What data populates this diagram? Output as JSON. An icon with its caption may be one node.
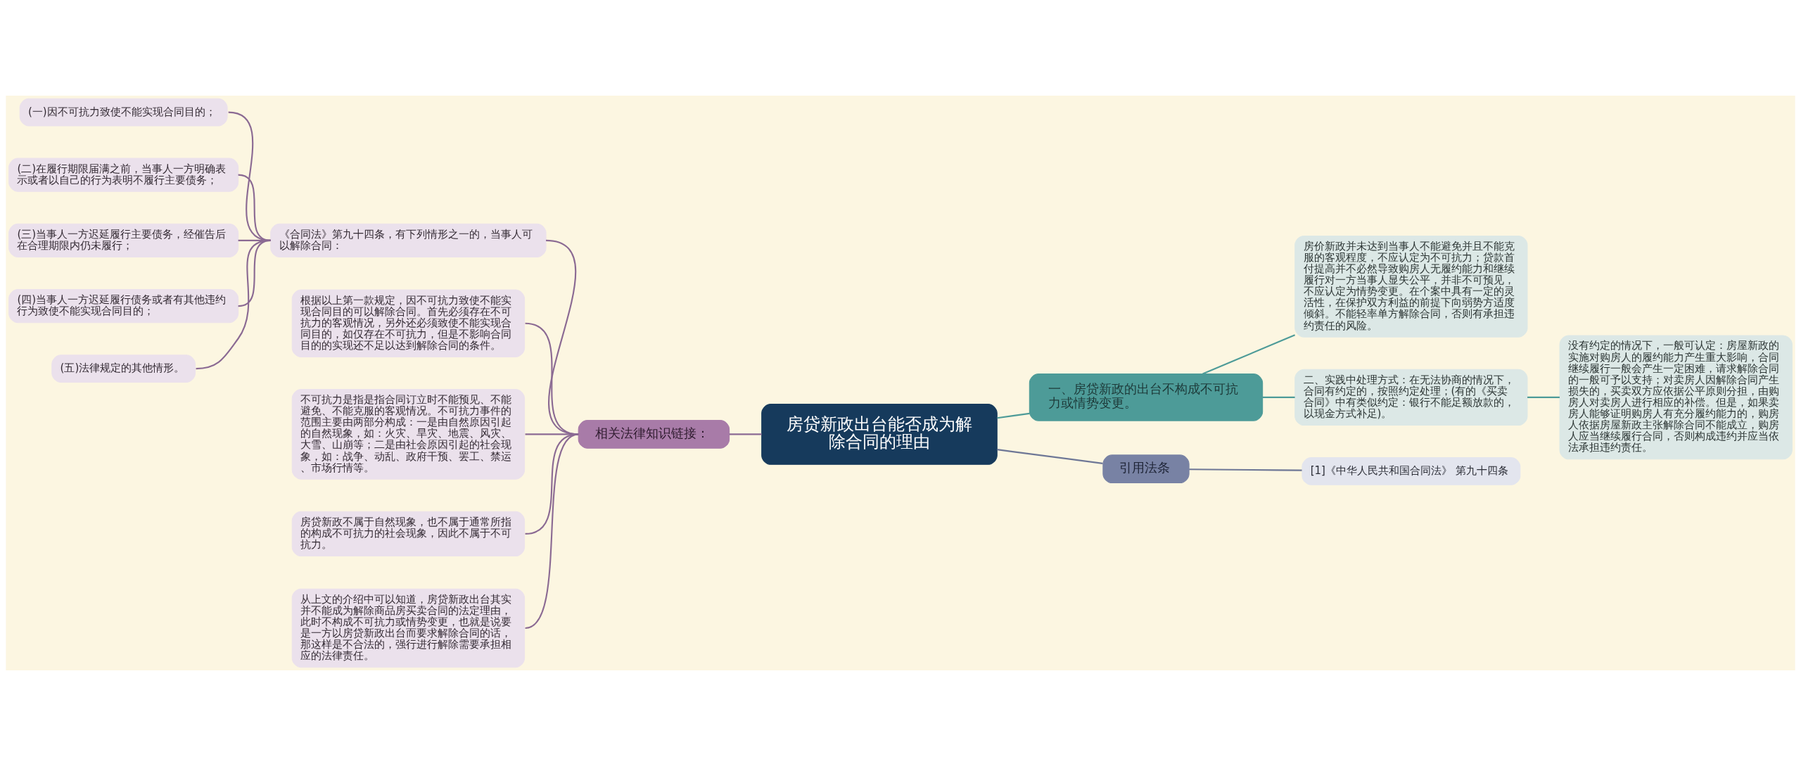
{
  "diagram": {
    "nodes": [
      {
        "text": [
          "房贷新政出台能否成为解除合同的理由"
        ]
      },
      {
        "text": [
          "一、房贷新政的出台不构成不可抗力或情势变更。"
        ]
      },
      {
        "text": [
          "房价新政并未达到当事人不能避免并且不能克服的客观程度，不应认定为不可抗力；贷款首付提高并不必然导致购房人无履约能力和继续履行对一方当事人显失公平，并非不可预见，不应认定为情势变更。在个案中具有一定的灵活性，在保护双方利益的前提下向弱势方适度倾斜。不能轻率单方解除合同，否则有承担违约责任的风险。"
        ]
      },
      {
        "text": [
          "二、实践中处理方式：在无法协商的情况下，合同有约定的，按照约定处理；(有的《买卖合同》中有类似约定：银行不能足额放款的，以现金方式补足)。"
        ]
      },
      {
        "text": [
          "没有约定的情况下，一般可认定：房屋新政的实施对购房人的履约能力产生重大影响，合同继续履行一般会产生一定困难，请求解除合同的一般可予以支持；对卖房人因解除合同产生损失的，买卖双方应依据公平原则分担，由购房人对卖房人进行相应的补偿。但是，如果卖房人能够证明购房人有充分履约能力的，购房人依据房屋新政主张解除合同不能成立，购房人应当继续履行合同，否则构成违约并应当依法承担违约责任。"
        ]
      },
      {
        "text": [
          "引用法条"
        ]
      },
      {
        "text": [
          "[1]《中华人民共和国合同法》 第九十四条"
        ]
      },
      {
        "text": [
          "相关法律知识链接："
        ]
      },
      {
        "text": [
          "《合同法》第九十四条，有下列情形之一的，当事人可以解除合同："
        ]
      },
      {
        "text": [
          "(一)因不可抗力致使不能实现合同目的；"
        ]
      },
      {
        "text": [
          "(二)在履行期限届满之前，当事人一方明确表示或者以自己的行为表明不履行主要债务；"
        ]
      },
      {
        "text": [
          "(三)当事人一方迟延履行主要债务，经催告后在合理期限内仍未履行；"
        ]
      },
      {
        "text": [
          "(四)当事人一方迟延履行债务或者有其他违约行为致使不能实现合同目的；"
        ]
      },
      {
        "text": [
          "(五)法律规定的其他情形。"
        ]
      },
      {
        "text": [
          "根据以上第一款规定，因不可抗力致使不能实现合同目的可以解除合同。首先必须存在不可抗力的客观情况，另外还必须致使不能实现合同目的，如仅存在不可抗力，但是不影响合同目的的实现还不足以达到解除合同的条件。"
        ]
      },
      {
        "text": [
          "不可抗力是指是指合同订立时不能预见、不能避免、不能克服的客观情况。不可抗力事件的范围主要由两部分构成：一是由自然原因引起的自然现象，如：火灾、旱灾、地震、风灾、大雪、山崩等；二是由社会原因引起的社会现象，如：战争、动乱、政府干预、罢工、禁运、市场行情等。"
        ]
      },
      {
        "text": [
          "房贷新政不属于自然现象，也不属于通常所指的构成不可抗力的社会现象，因此不属于不可抗力。"
        ]
      },
      {
        "text": [
          "从上文的介绍中可以知道，房贷新政出台其实并不能成为解除商品房买卖合同的法定理由，此时不构成不可抗力或情势变更，也就是说要是一方以房贷新政出台而要求解除合同的话，那这样是不合法的，强行进行解除需要承担相应的法律责任。"
        ]
      }
    ],
    "edges": [
      {
        "from": 0,
        "to": 1,
        "arrow": "none",
        "color": "#4d9b98"
      },
      {
        "from": 1,
        "to": 2,
        "arrow": "none",
        "color": "#4d9b98"
      },
      {
        "from": 1,
        "to": 3,
        "arrow": "none",
        "color": "#4d9b98"
      },
      {
        "from": 3,
        "to": 4,
        "arrow": "none",
        "color": "#4d9b98"
      },
      {
        "from": 0,
        "to": 5,
        "arrow": "none",
        "color": "#6e7796"
      },
      {
        "from": 5,
        "to": 6,
        "arrow": "none",
        "color": "#6e7796"
      },
      {
        "from": 0,
        "to": 7,
        "arrow": "none"
      },
      {
        "from": 7,
        "to": 8,
        "arrow": "none"
      },
      {
        "from": 8,
        "to": 9,
        "arrow": "none"
      },
      {
        "from": 8,
        "to": 10,
        "arrow": "none"
      },
      {
        "from": 8,
        "to": 11,
        "arrow": "none"
      },
      {
        "from": 8,
        "to": 12,
        "arrow": "none"
      },
      {
        "from": 8,
        "to": 13,
        "arrow": "none"
      },
      {
        "from": 7,
        "to": 14,
        "arrow": "none"
      },
      {
        "from": 7,
        "to": 15,
        "arrow": "none"
      },
      {
        "from": 7,
        "to": 16,
        "arrow": "none"
      },
      {
        "from": 7,
        "to": 17,
        "arrow": "none"
      }
    ]
  }
}
